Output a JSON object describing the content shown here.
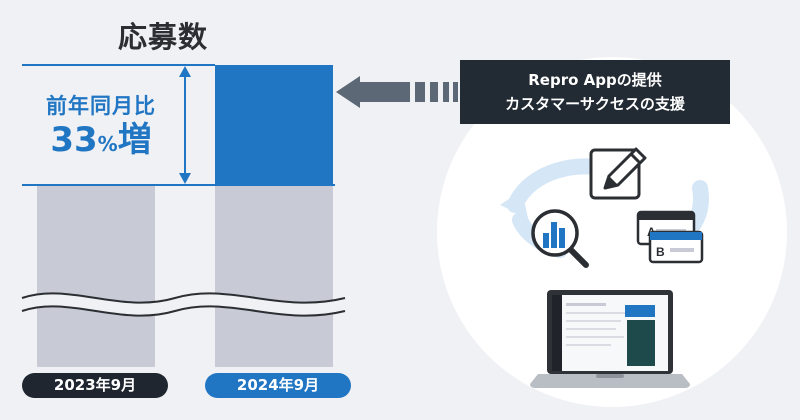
{
  "chart_data": {
    "type": "bar",
    "title": "応募数",
    "categories": [
      "2023年9月",
      "2024年9月"
    ],
    "annotation": {
      "label_line1": "前年同月比",
      "label_value": "33",
      "label_unit": "%",
      "label_suffix": "増",
      "growth_percent": 33
    },
    "axis_break": true,
    "colors": {
      "base_bar": "#c8cbd6",
      "increase_bar": "#2176c4",
      "accent": "#2176c4"
    }
  },
  "labels": {
    "pill_2023": "2023年9月",
    "pill_2024": "2024年9月"
  },
  "callout": {
    "line1": "Repro Appの提供",
    "line2": "カスタマーサクセスの支援"
  },
  "icons": [
    "pencil-edit-icon",
    "bar-chart-magnifier-icon",
    "ab-test-icon",
    "cycle-arrows-icon",
    "laptop-dashboard-icon",
    "left-arrow-icon"
  ]
}
